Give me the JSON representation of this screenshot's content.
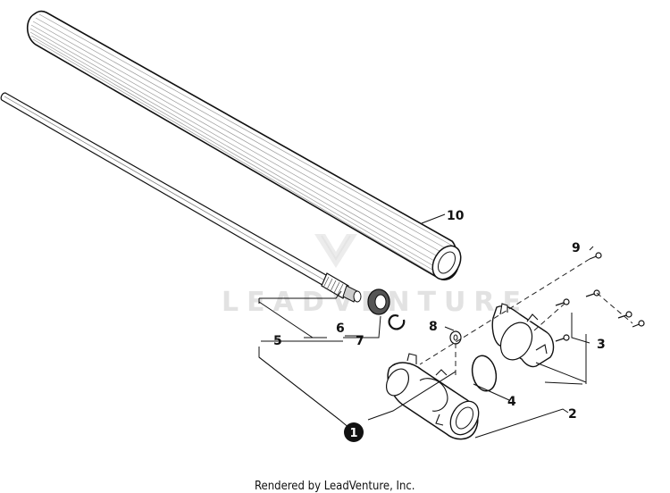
{
  "watermark": "LEADVENTURE",
  "credit": "Rendered by LeadVenture, Inc.",
  "callouts": {
    "c1": "1",
    "c2": "2",
    "c3": "3",
    "c4": "4",
    "c5": "5",
    "c6": "6",
    "c7": "7",
    "c8": "8",
    "c9": "9",
    "c10": "10"
  }
}
